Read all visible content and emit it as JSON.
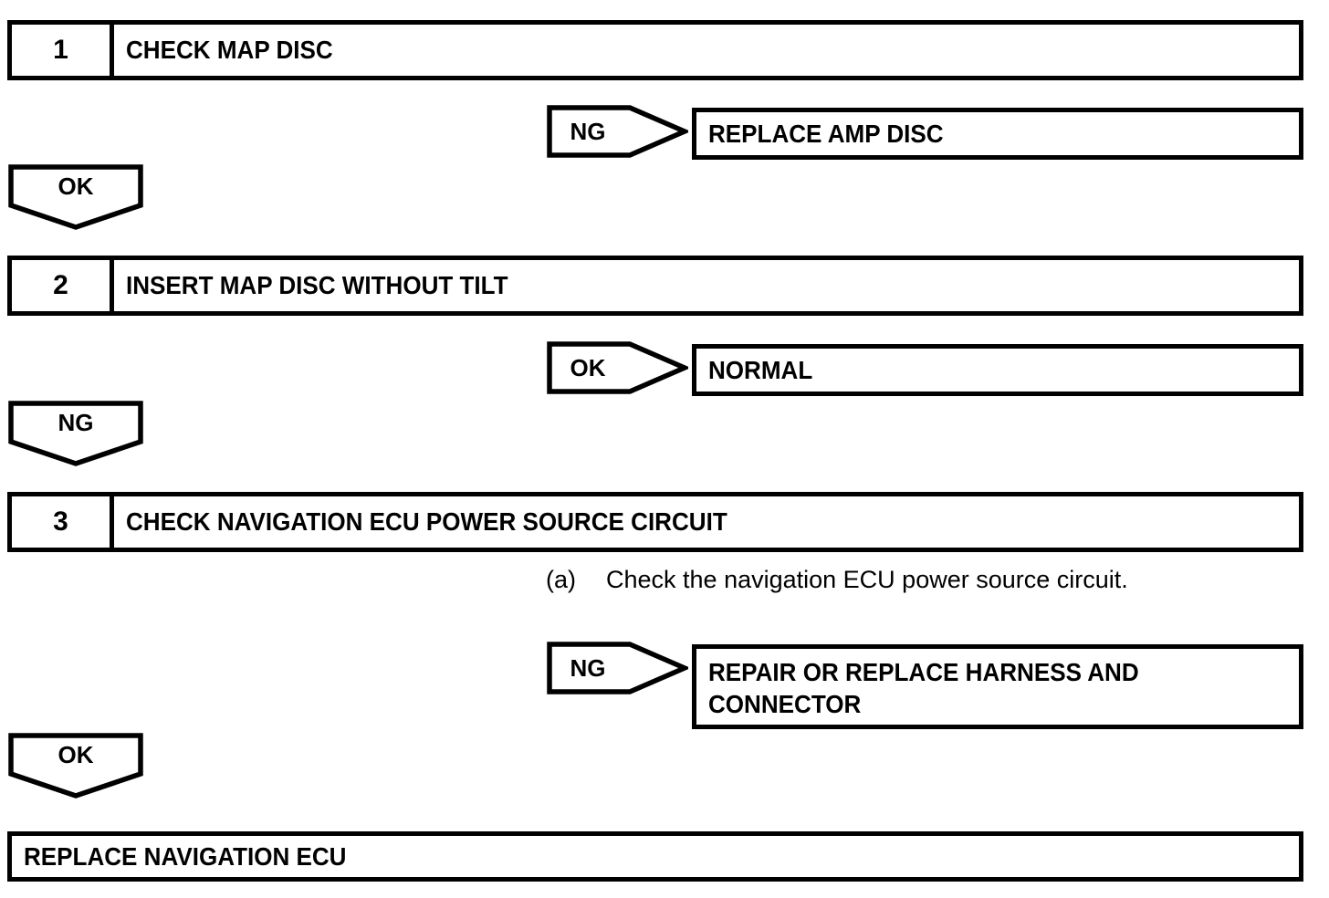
{
  "document": {
    "type": "troubleshooting-flowchart",
    "title": "Navigation ECU Troubleshooting Flow"
  },
  "colors": {
    "line": "#000000",
    "background": "#ffffff",
    "text": "#000000"
  },
  "steps": [
    {
      "number": "1",
      "title": "CHECK MAP DISC",
      "branch": {
        "label": "NG",
        "result": "REPLACE AMP DISC"
      },
      "pass": {
        "label": "OK"
      }
    },
    {
      "number": "2",
      "title": "INSERT MAP DISC WITHOUT TILT",
      "branch": {
        "label": "OK",
        "result": "NORMAL"
      },
      "pass": {
        "label": "NG"
      }
    },
    {
      "number": "3",
      "title": "CHECK NAVIGATION ECU POWER SOURCE CIRCUIT",
      "note": {
        "marker": "(a)",
        "text": "Check the navigation ECU power source circuit."
      },
      "branch": {
        "label": "NG",
        "result_line1": "REPAIR OR REPLACE HARNESS AND",
        "result_line2": "CONNECTOR"
      },
      "pass": {
        "label": "OK"
      }
    }
  ],
  "final": {
    "text": "REPLACE NAVIGATION ECU"
  }
}
